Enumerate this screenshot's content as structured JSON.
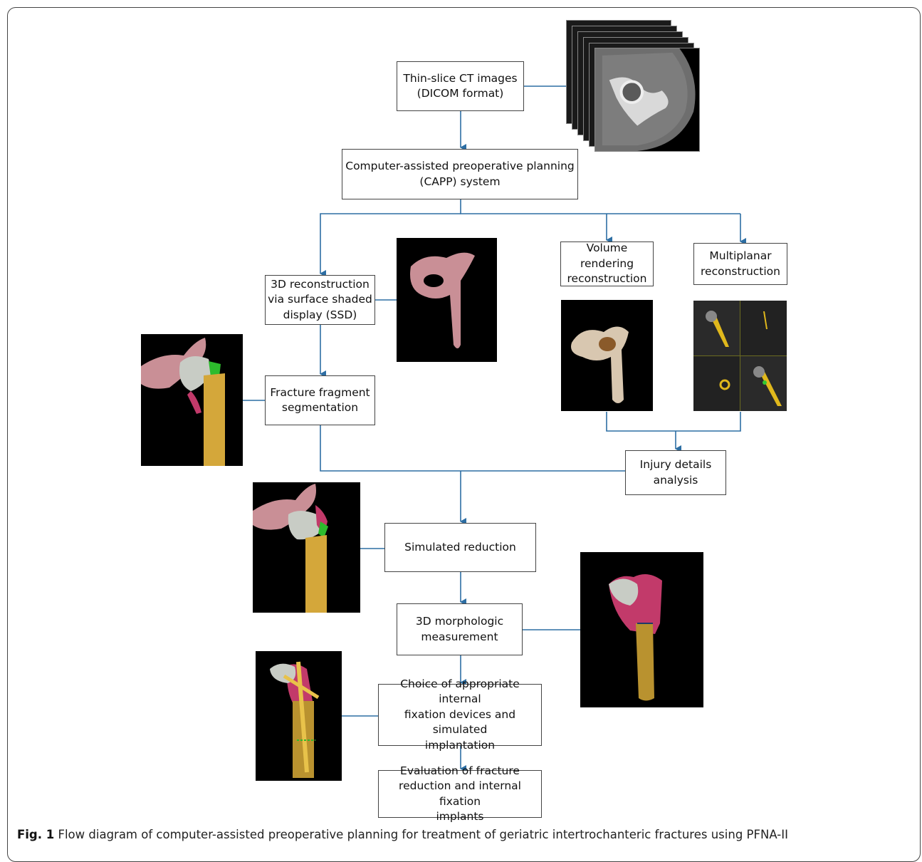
{
  "boxes": {
    "ct": "Thin-slice CT images\n(DICOM format)",
    "capp": "Computer-assisted preoperative planning\n(CAPP) system",
    "ssd": "3D reconstruction\nvia surface shaded\ndisplay (SSD)",
    "vr": "Volume\nrendering\nreconstruction",
    "mpr": "Multiplanar\nreconstruction",
    "frag": "Fracture fragment\nsegmentation",
    "injury": "Injury details\nanalysis",
    "sim": "Simulated reduction",
    "morph": "3D morphologic\nmeasurement",
    "choice": "Choice of appropriate internal\nfixation devices and simulated\nimplantation",
    "eval": "Evaluation of fracture\nreduction and internal fixation\nimplants"
  },
  "caption": {
    "label": "Fig. 1",
    "text": "Flow diagram of computer-assisted preoperative planning for treatment of geriatric intertrochanteric fractures using PFNA-II"
  },
  "colors": {
    "connector": "#2d6ea3",
    "border": "#444444"
  }
}
